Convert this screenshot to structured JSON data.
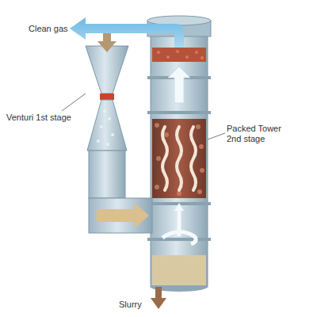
{
  "diagram": {
    "labels": [
      "Clean gas",
      "Venturi 1st stage",
      "Packed Tower 2nd stage",
      "Slurry"
    ]
  }
}
